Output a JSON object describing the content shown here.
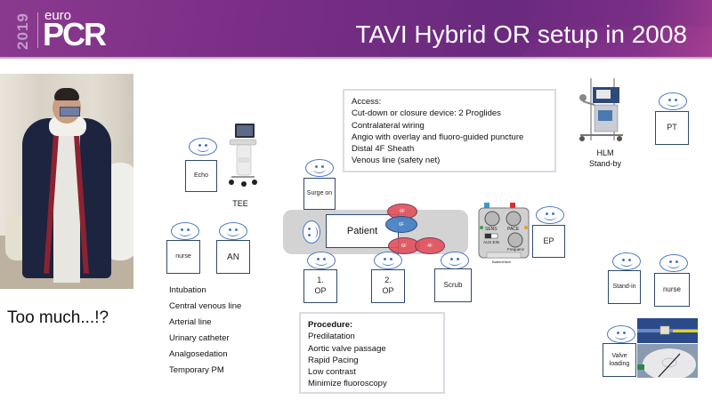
{
  "header": {
    "logo_year": "2019",
    "logo_brand_top": "euro",
    "logo_brand_main": "PCR",
    "title": "TAVI Hybrid OR setup in 2008"
  },
  "photo": {
    "caption": "Too much...!?"
  },
  "devices": {
    "tee_label": "TEE",
    "hlm_label_line1": "HLM",
    "hlm_label_line2": "Stand-by",
    "pacer": {
      "sens": "SENS",
      "pace": "PACE",
      "switch": "AUS EIN",
      "frequency": "Frequenz",
      "battery": "Batteriefach"
    }
  },
  "roles": {
    "echo": "Echo",
    "surgeon": "Surge on",
    "nurse_left": "nurse",
    "anesthesia": "AN",
    "op1_line1": "1.",
    "op1_line2": "OP",
    "op2_line1": "2.",
    "op2_line2": "OP",
    "scrub": "Scrub",
    "ep": "EP",
    "pt": "PT",
    "standin": "Stand-in",
    "nurse_right": "nurse",
    "valve_loading": "Valve loading"
  },
  "table": {
    "patient_label": "Patient",
    "sheaths": [
      {
        "label": "6F",
        "color": "red"
      },
      {
        "label": "6F",
        "color": "blue"
      },
      {
        "label": "6F",
        "color": "red"
      },
      {
        "label": "4F",
        "color": "red"
      }
    ]
  },
  "access_box": {
    "lines": [
      "Access:",
      "Cut-down or closure device: 2 Proglides",
      "Contralateral wiring",
      "Angio with overlay and fluoro-guided puncture",
      "Distal 4F Sheath",
      "Venous line (safety net)"
    ]
  },
  "procedure_box": {
    "heading": "Procedure:",
    "lines": [
      "Predilatation",
      "Aortic valve passage",
      "Rapid Pacing",
      "Low contrast",
      "Minimize fluoroscopy"
    ]
  },
  "anesthesia_tasks": [
    "Intubation",
    "Central venous line",
    "Arterial line",
    "Urinary catheter",
    "Analgosedation",
    "Temporary PM"
  ],
  "colors": {
    "header_purple": "#7a2e86",
    "sheath_red": "#e2505a",
    "sheath_blue": "#4a82c4",
    "face_blue": "#4a78c0",
    "box_border": "#2f4a6e"
  }
}
